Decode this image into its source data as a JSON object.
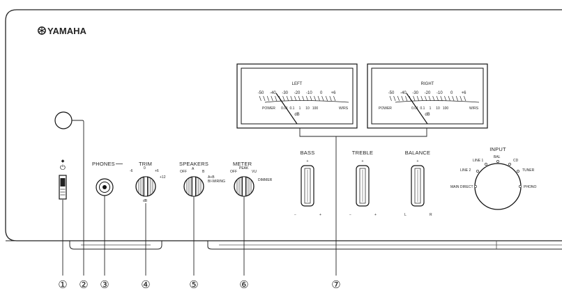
{
  "brand": "YAMAHA",
  "power": {
    "symbol": "⏻",
    "mark": "◆"
  },
  "meters": {
    "left": {
      "title": "LEFT",
      "db_scale": [
        "-50",
        "-40",
        "-30",
        "-20",
        "-10",
        "0",
        "+6"
      ],
      "power_label": "POWER",
      "power_scale": [
        "0.01",
        "0.1",
        "1",
        "10",
        "100"
      ],
      "unit_label": "W/RS",
      "db_label": "dB"
    },
    "right": {
      "title": "RIGHT",
      "db_scale": [
        "-50",
        "-40",
        "-30",
        "-20",
        "-10",
        "0",
        "+6"
      ],
      "power_label": "POWER",
      "power_scale": [
        "0.01",
        "0.1",
        "1",
        "10",
        "100"
      ],
      "unit_label": "W/RS",
      "db_label": "dB"
    }
  },
  "controls": {
    "phones": "PHONES",
    "trim": {
      "title": "TRIM",
      "marks": [
        "-6",
        "0",
        "+6",
        "+12"
      ],
      "unit": "dB"
    },
    "speakers": {
      "title": "SPEAKERS",
      "positions": [
        "OFF",
        "A",
        "B",
        "A+B",
        "BI-WIRING"
      ]
    },
    "meter": {
      "title": "METER",
      "positions": [
        "OFF",
        "PEAK",
        "VU",
        "DIMMER"
      ]
    },
    "bass": {
      "title": "BASS",
      "plus": "+",
      "minus": "−"
    },
    "treble": {
      "title": "TREBLE",
      "plus": "+",
      "minus": "−"
    },
    "balance": {
      "title": "BALANCE",
      "center": "+",
      "left": "L",
      "right": "R"
    },
    "input": {
      "title": "INPUT",
      "sources": [
        "MAIN DIRECT",
        "LINE 2",
        "LINE 1",
        "BAL",
        "CD",
        "TUNER",
        "PHONO"
      ]
    }
  },
  "callouts": [
    "①",
    "②",
    "③",
    "④",
    "⑤",
    "⑥",
    "⑦"
  ]
}
